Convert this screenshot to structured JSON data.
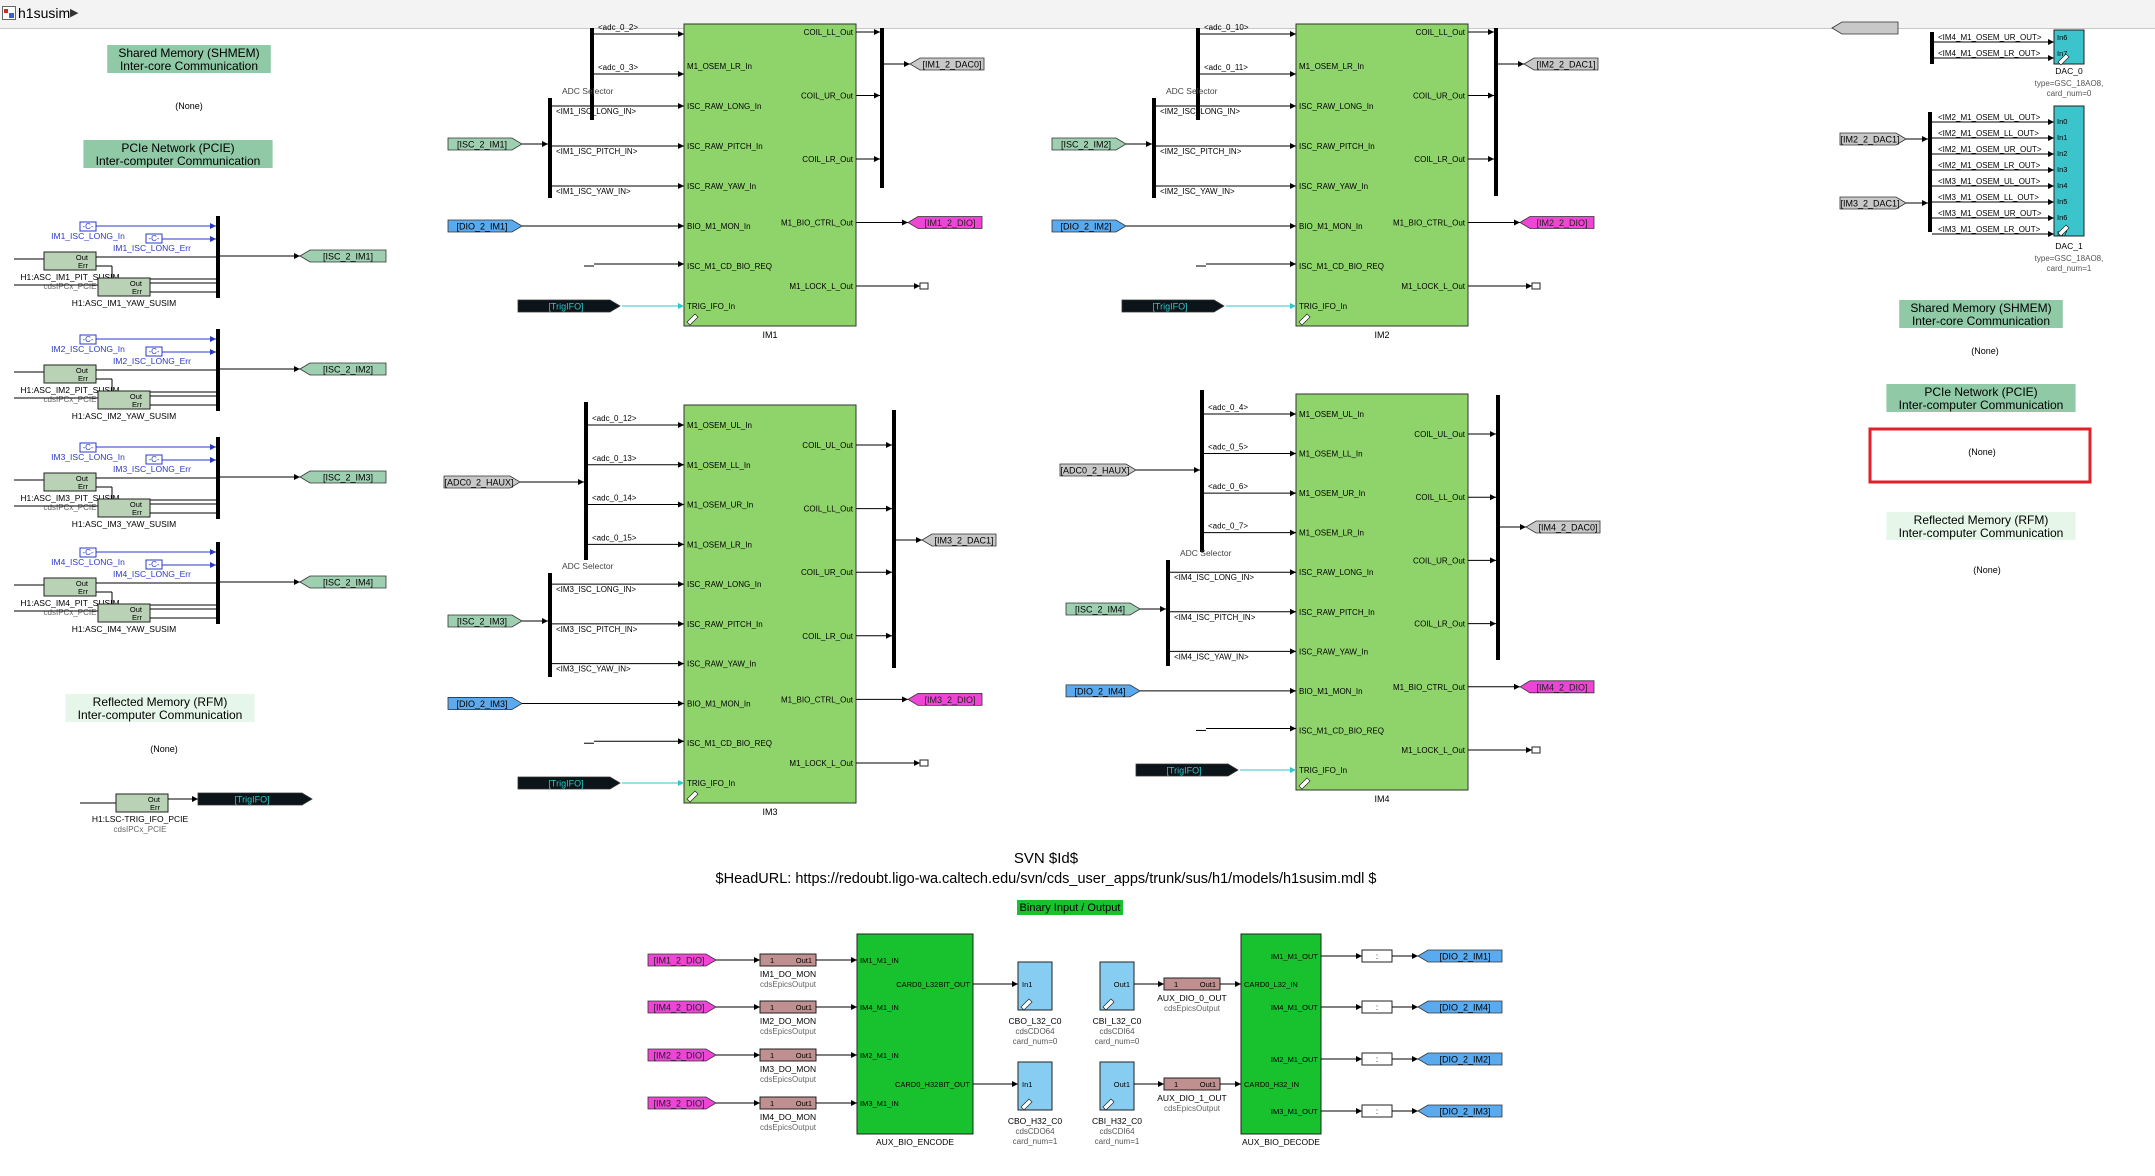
{
  "toolbar": {
    "model_name": "h1susim",
    "icon": "simulink-model-icon",
    "arrow": "chevron-right-icon"
  },
  "colors": {
    "green_block": "#8fd46a",
    "tag_green": "#9fcfb1",
    "tag_blue": "#5aaaf0",
    "tag_magenta": "#ef45d6",
    "tag_grey": "#c8c8c8",
    "tag_black": "#0b1418",
    "tag_black_text": "#2fc6c9",
    "dac_cyan": "#3cc4cc",
    "highlight_red": "#e0202a",
    "epics_brown": "#c08f8f",
    "bio_green": "#17c22e"
  },
  "left_panel": {
    "shmem_title": "Shared Memory (SHMEM)",
    "shmem_sub": "Inter-core Communication",
    "shmem_none": "(None)",
    "pcie_title": "PCIe Network (PCIE)",
    "pcie_sub": "Inter-computer Communication",
    "rfm_title": "Reflected Memory (RFM)",
    "rfm_sub": "Inter-computer Communication",
    "rfm_none": "(None)",
    "groups": [
      {
        "long_in": "IM1_ISC_LONG_In",
        "long_err": "IM1_ISC_LONG_Err",
        "pit": "H1:ASC_IM1_PIT_SUSIM",
        "yaw": "H1:ASC_IM1_YAW_SUSIM",
        "lib": "cdsIPCx_PCIE",
        "out_tag": "[ISC_2_IM1]"
      },
      {
        "long_in": "IM2_ISC_LONG_In",
        "long_err": "IM2_ISC_LONG_Err",
        "pit": "H1:ASC_IM2_PIT_SUSIM",
        "yaw": "H1:ASC_IM2_YAW_SUSIM",
        "lib": "cdsIPCx_PCIE",
        "out_tag": "[ISC_2_IM2]"
      },
      {
        "long_in": "IM3_ISC_LONG_In",
        "long_err": "IM3_ISC_LONG_Err",
        "pit": "H1:ASC_IM3_PIT_SUSIM",
        "yaw": "H1:ASC_IM3_YAW_SUSIM",
        "lib": "cdsIPCx_PCIE",
        "out_tag": "[ISC_2_IM3]"
      },
      {
        "long_in": "IM4_ISC_LONG_In",
        "long_err": "IM4_ISC_LONG_Err",
        "pit": "H1:ASC_IM4_PIT_SUSIM",
        "yaw": "H1:ASC_IM4_YAW_SUSIM",
        "lib": "cdsIPCx_PCIE",
        "out_tag": "[ISC_2_IM4]"
      }
    ],
    "const_label": "-C-",
    "ipc_out": "Out",
    "ipc_err": "Err",
    "trig_block": "H1:LSC-TRIG_IFO_PCIE",
    "trig_lib": "cdsIPCx_PCIE",
    "trig_tag": "[TrigIFO]"
  },
  "im_blocks": [
    {
      "name": "IM1",
      "adc_top": [
        "<adc_0_2>",
        "<adc_0_3>"
      ],
      "adc_mid_sel": "ADC Selector",
      "isc_long": "<IM1_ISC_LONG_IN>",
      "isc_pitch": "<IM1_ISC_PITCH_IN>",
      "isc_yaw": "<IM1_ISC_YAW_IN>",
      "isc_tag": "[ISC_2_IM1]",
      "dio_tag": "[DIO_2_IM1]",
      "trig_tag": "[TrigIFO]",
      "dac_tag": "[IM1_2_DAC0]",
      "bio_tag": "[IM1_2_DIO]",
      "inputs": [
        "M1_OSEM_LR_In",
        "ISC_RAW_LONG_In",
        "ISC_RAW_PITCH_In",
        "ISC_RAW_YAW_In",
        "BIO_M1_MON_In",
        "ISC_M1_CD_BIO_REQ",
        "TRIG_IFO_In"
      ],
      "outputs": [
        "COIL_LL_Out",
        "COIL_UR_Out",
        "COIL_LR_Out",
        "M1_BIO_CTRL_Out",
        "M1_LOCK_L_Out"
      ]
    },
    {
      "name": "IM2",
      "adc_top": [
        "<adc_0_10>",
        "<adc_0_11>"
      ],
      "adc_mid_sel": "ADC Selector",
      "isc_long": "<IM2_ISC_LONG_IN>",
      "isc_pitch": "<IM2_ISC_PITCH_IN>",
      "isc_yaw": "<IM2_ISC_YAW_IN>",
      "isc_tag": "[ISC_2_IM2]",
      "dio_tag": "[DIO_2_IM2]",
      "trig_tag": "[TrigIFO]",
      "dac_tag": "[IM2_2_DAC1]",
      "bio_tag": "[IM2_2_DIO]",
      "inputs": [
        "M1_OSEM_LR_In",
        "ISC_RAW_LONG_In",
        "ISC_RAW_PITCH_In",
        "ISC_RAW_YAW_In",
        "BIO_M1_MON_In",
        "ISC_M1_CD_BIO_REQ",
        "TRIG_IFO_In"
      ],
      "outputs": [
        "COIL_LL_Out",
        "COIL_UR_Out",
        "COIL_LR_Out",
        "M1_BIO_CTRL_Out",
        "M1_LOCK_L_Out"
      ]
    },
    {
      "name": "IM3",
      "adc_top": [
        "<adc_0_12>",
        "<adc_0_13>",
        "<adc_0_14>",
        "<adc_0_15>"
      ],
      "adc_in_tag": "[ADC0_2_HAUX]",
      "adc_mid_sel": "ADC Selector",
      "isc_long": "<IM3_ISC_LONG_IN>",
      "isc_pitch": "<IM3_ISC_PITCH_IN>",
      "isc_yaw": "<IM3_ISC_YAW_IN>",
      "isc_tag": "[ISC_2_IM3]",
      "dio_tag": "[DIO_2_IM3]",
      "trig_tag": "[TrigIFO]",
      "dac_tag": "[IM3_2_DAC1]",
      "bio_tag": "[IM3_2_DIO]",
      "inputs": [
        "M1_OSEM_UL_In",
        "M1_OSEM_LL_In",
        "M1_OSEM_UR_In",
        "M1_OSEM_LR_In",
        "ISC_RAW_LONG_In",
        "ISC_RAW_PITCH_In",
        "ISC_RAW_YAW_In",
        "BIO_M1_MON_In",
        "ISC_M1_CD_BIO_REQ",
        "TRIG_IFO_In"
      ],
      "outputs": [
        "COIL_UL_Out",
        "COIL_LL_Out",
        "COIL_UR_Out",
        "COIL_LR_Out",
        "M1_BIO_CTRL_Out",
        "M1_LOCK_L_Out"
      ]
    },
    {
      "name": "IM4",
      "adc_top": [
        "<adc_0_4>",
        "<adc_0_5>",
        "<adc_0_6>",
        "<adc_0_7>"
      ],
      "adc_in_tag": "[ADC0_2_HAUX]",
      "adc_mid_sel": "ADC Selector",
      "isc_long": "<IM4_ISC_LONG_IN>",
      "isc_pitch": "<IM4_ISC_PITCH_IN>",
      "isc_yaw": "<IM4_ISC_YAW_IN>",
      "isc_tag": "[ISC_2_IM4]",
      "dio_tag": "[DIO_2_IM4]",
      "trig_tag": "[TrigIFO]",
      "dac_tag": "[IM4_2_DAC0]",
      "bio_tag": "[IM4_2_DIO]",
      "inputs": [
        "M1_OSEM_UL_In",
        "M1_OSEM_LL_In",
        "M1_OSEM_UR_In",
        "M1_OSEM_LR_In",
        "ISC_RAW_LONG_In",
        "ISC_RAW_PITCH_In",
        "ISC_RAW_YAW_In",
        "BIO_M1_MON_In",
        "ISC_M1_CD_BIO_REQ",
        "TRIG_IFO_In"
      ],
      "outputs": [
        "COIL_UL_Out",
        "COIL_LL_Out",
        "COIL_UR_Out",
        "COIL_LR_Out",
        "M1_BIO_CTRL_Out",
        "M1_LOCK_L_Out"
      ]
    }
  ],
  "right_panel": {
    "dac0": {
      "signals": [
        "<IM4_M1_OSEM_UR_OUT>",
        "<IM4_M1_OSEM_LR_OUT>"
      ],
      "ports": [
        "In6",
        "In7"
      ],
      "name": "DAC_0",
      "type": "type=GSC_18AO8,",
      "card": "card_num=0"
    },
    "dac1": {
      "in_tags": [
        "[IM2_2_DAC1]",
        "[IM3_2_DAC1]"
      ],
      "signals": [
        "<IM2_M1_OSEM_UL_OUT>",
        "<IM2_M1_OSEM_LL_OUT>",
        "<IM2_M1_OSEM_UR_OUT>",
        "<IM2_M1_OSEM_LR_OUT>",
        "<IM3_M1_OSEM_UL_OUT>",
        "<IM3_M1_OSEM_LL_OUT>",
        "<IM3_M1_OSEM_UR_OUT>",
        "<IM3_M1_OSEM_LR_OUT>"
      ],
      "ports": [
        "In0",
        "In1",
        "In2",
        "In3",
        "In4",
        "In5",
        "In6",
        "In7"
      ],
      "name": "DAC_1",
      "type": "type=GSC_18AO8,",
      "card": "card_num=1"
    },
    "shmem_title": "Shared Memory (SHMEM)",
    "shmem_sub": "Inter-core Communication",
    "shmem_none": "(None)",
    "pcie_title": "PCIe Network (PCIE)",
    "pcie_sub": "Inter-computer Communication",
    "pcie_none": "(None)",
    "rfm_title": "Reflected Memory (RFM)",
    "rfm_sub": "Inter-computer Communication",
    "rfm_none": "(None)"
  },
  "svn": {
    "id": "SVN $Id$",
    "url": "$HeadURL: https://redoubt.ligo-wa.caltech.edu/svn/cds_user_apps/trunk/sus/h1/models/h1susim.mdl $"
  },
  "bio": {
    "title": "Binary Input / Output",
    "inputs": [
      {
        "tag": "[IM1_2_DIO]",
        "block": "IM1_DO_MON",
        "lib": "cdsEpicsOutput",
        "port": "IM1_M1_IN"
      },
      {
        "tag": "[IM4_2_DIO]",
        "block": "IM2_DO_MON",
        "lib": "cdsEpicsOutput",
        "port": "IM4_M1_IN"
      },
      {
        "tag": "[IM2_2_DIO]",
        "block": "IM3_DO_MON",
        "lib": "cdsEpicsOutput",
        "port": "IM2_M1_IN"
      },
      {
        "tag": "[IM3_2_DIO]",
        "block": "IM4_DO_MON",
        "lib": "cdsEpicsOutput",
        "port": "IM3_M1_IN"
      }
    ],
    "epics_in": "1",
    "epics_out": "Out1",
    "encode_name": "AUX_BIO_ENCODE",
    "encode_outs": [
      "CARD0_L32BIT_OUT",
      "CARD0_H32BIT_OUT"
    ],
    "cdo": [
      {
        "name": "CBO_L32_C0",
        "lib": "cdsCDO64",
        "card": "card_num=0",
        "port": "In1"
      },
      {
        "name": "CBO_H32_C0",
        "lib": "cdsCDO64",
        "card": "card_num=1",
        "port": "In1"
      }
    ],
    "cdi": [
      {
        "name": "CBI_L32_C0",
        "lib": "cdsCDI64",
        "card": "card_num=0",
        "port": "Out1"
      },
      {
        "name": "CBI_H32_C0",
        "lib": "cdsCDI64",
        "card": "card_num=1",
        "port": "Out1"
      }
    ],
    "aux_out": [
      {
        "name": "AUX_DIO_0_OUT",
        "lib": "cdsEpicsOutput"
      },
      {
        "name": "AUX_DIO_1_OUT",
        "lib": "cdsEpicsOutput"
      }
    ],
    "decode_name": "AUX_BIO_DECODE",
    "decode_ins": [
      "CARD0_L32_IN",
      "CARD0_H32_IN"
    ],
    "decode_outs": [
      "IM1_M1_OUT",
      "IM4_M1_OUT",
      "IM2_M1_OUT",
      "IM3_M1_OUT"
    ],
    "out_tags": [
      "[DIO_2_IM1]",
      "[DIO_2_IM4]",
      "[DIO_2_IM2]",
      "[DIO_2_IM3]"
    ]
  }
}
